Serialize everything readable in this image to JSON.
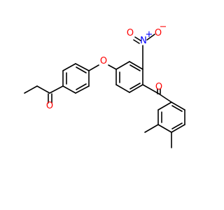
{
  "colors": {
    "bond": "#000000",
    "oxygen": "#ff0000",
    "nitrogen": "#0000ff",
    "background": "#ffffff"
  },
  "atoms": {
    "ether_oxygen": "O",
    "nitro_nitrogen": "N",
    "nitro_charge_n": "+",
    "nitro_oxygen_left": "O",
    "nitro_oxygen_right": "O",
    "nitro_charge_o": "−",
    "ketone_oxygen_right": "O",
    "ketone_oxygen_left": "O"
  }
}
